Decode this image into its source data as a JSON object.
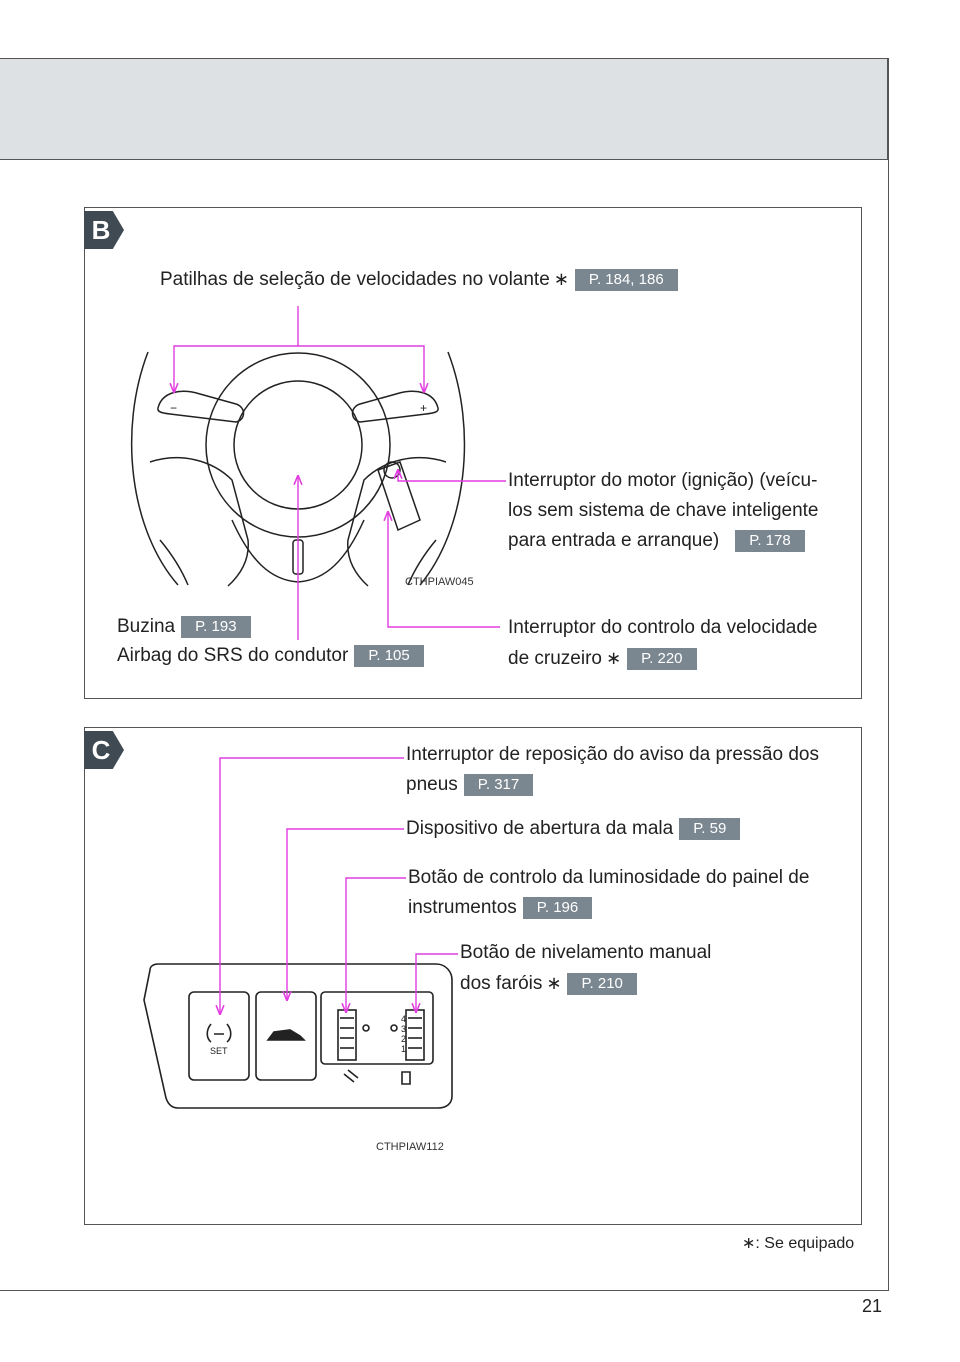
{
  "page_number": "21",
  "asterisk": "∗",
  "footnote": ": Se equipado",
  "section_b": {
    "tag": "B",
    "paddles": {
      "text": "Patilhas de seleção de velocidades no volante",
      "ref": "P. 184, 186"
    },
    "engine": {
      "line1": "Interruptor do motor (ignição) (veícu-",
      "line2": "los sem sistema de chave inteligente",
      "line3": "para entrada e arranque)",
      "ref": "P. 178"
    },
    "horn": {
      "text": "Buzina",
      "ref": "P. 193"
    },
    "airbag": {
      "text": "Airbag do SRS do condutor",
      "ref": "P. 105"
    },
    "cruise": {
      "line1": "Interruptor do controlo da velocidade",
      "line2": "de cruzeiro",
      "ref": "P. 220"
    },
    "image_code": "CTHPIAW045"
  },
  "section_c": {
    "tag": "C",
    "tire": {
      "line1": "Interruptor de reposição do aviso da pressão dos",
      "line2": "pneus",
      "ref": "P. 317"
    },
    "trunk": {
      "text": "Dispositivo de abertura da mala",
      "ref": "P. 59"
    },
    "brightness": {
      "line1": "Botão de controlo da luminosidade do painel de",
      "line2": "instrumentos",
      "ref": "P. 196"
    },
    "leveling": {
      "line1": "Botão de nivelamento manual",
      "line2": "dos faróis",
      "ref": "P. 210"
    },
    "set_label": "SET",
    "level_digits": [
      "4",
      "3",
      "2",
      "1"
    ],
    "image_code": "CTHPIAW112"
  },
  "colors": {
    "leader": "#e23de0",
    "tag": "#3f4a52",
    "ref_badge": "#7b8790",
    "header": "#dde1e3"
  }
}
